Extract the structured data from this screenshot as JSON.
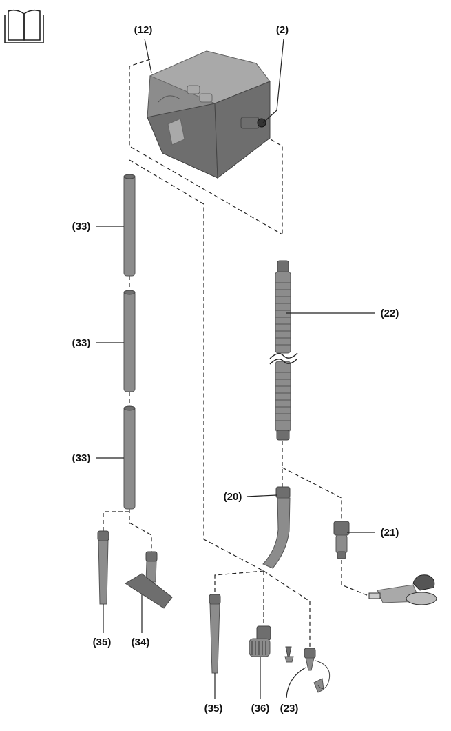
{
  "labels": {
    "vacuum_unit": "(12)",
    "hose_port": "(2)",
    "extension_tube_1": "(33)",
    "extension_tube_2": "(33)",
    "extension_tube_3": "(33)",
    "hose": "(22)",
    "bend": "(20)",
    "adapter": "(21)",
    "crevice_nozzle_left": "(35)",
    "floor_nozzle": "(34)",
    "crevice_nozzle_bottom": "(35)",
    "brush_nozzle": "(36)",
    "inflation_adapter": "(23)"
  },
  "icons": {
    "manual": "open-book-icon"
  }
}
